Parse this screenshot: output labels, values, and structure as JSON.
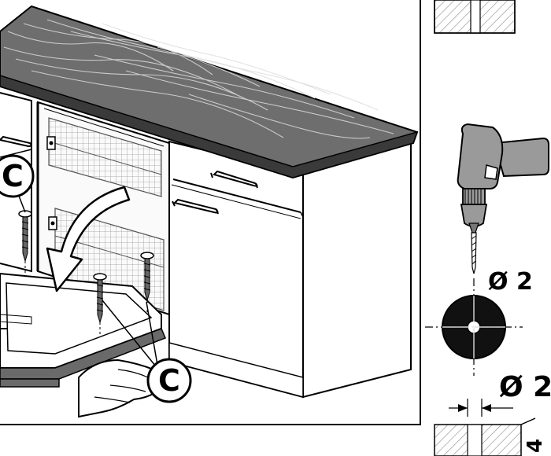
{
  "labels": {
    "screw_callout_left": "C",
    "screw_callout_right": "C",
    "drill_bit_diameter": "Ø 2",
    "hole_diameter": "Ø 2",
    "depth_value": "4"
  },
  "colors": {
    "ink": "#000000",
    "countertop": "#6e6e6e",
    "countertop_edge": "#3a3a3a",
    "drill_body": "#9a9a9a",
    "hatch": "#8a8a8a",
    "base_strip": "#6a6a6a"
  }
}
